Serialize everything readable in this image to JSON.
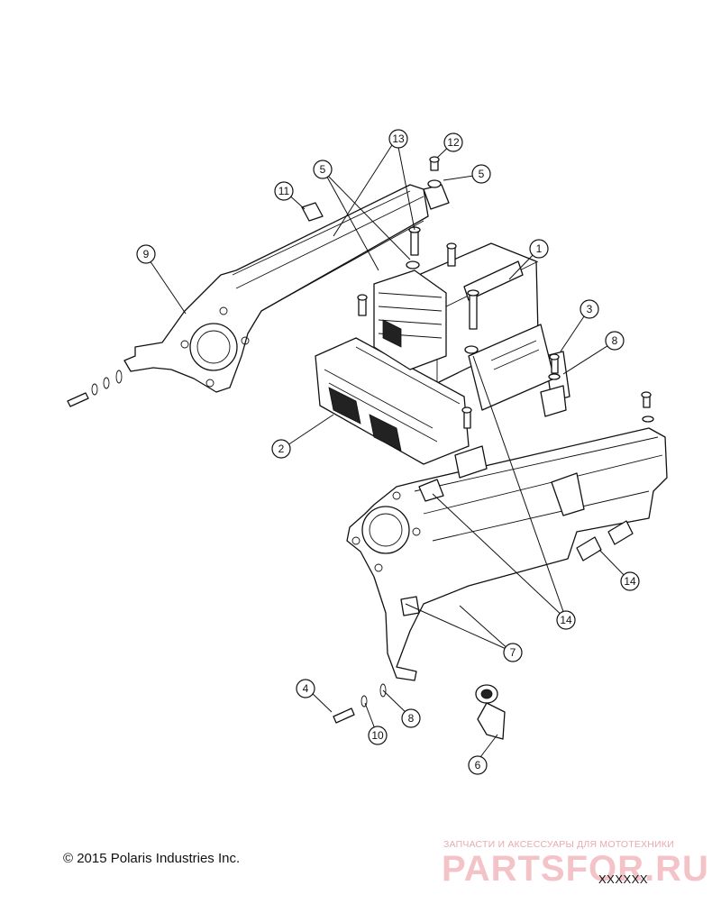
{
  "callouts": [
    {
      "label": "1"
    },
    {
      "label": "2"
    },
    {
      "label": "3"
    },
    {
      "label": "4"
    },
    {
      "label": "5"
    },
    {
      "label": "5"
    },
    {
      "label": "6"
    },
    {
      "label": "7"
    },
    {
      "label": "8"
    },
    {
      "label": "8"
    },
    {
      "label": "9"
    },
    {
      "label": "10"
    },
    {
      "label": "11"
    },
    {
      "label": "12"
    },
    {
      "label": "13"
    },
    {
      "label": "14"
    },
    {
      "label": "14"
    }
  ],
  "footer": {
    "copyright": "© 2015 Polaris Industries Inc.",
    "drawing_code": "XXXXXX"
  },
  "watermark": {
    "tagline": "ЗАПЧАСТИ И АКСЕССУАРЫ ДЛЯ МОТОТЕХНИКИ",
    "logo": "PARTSFOR.RU"
  }
}
